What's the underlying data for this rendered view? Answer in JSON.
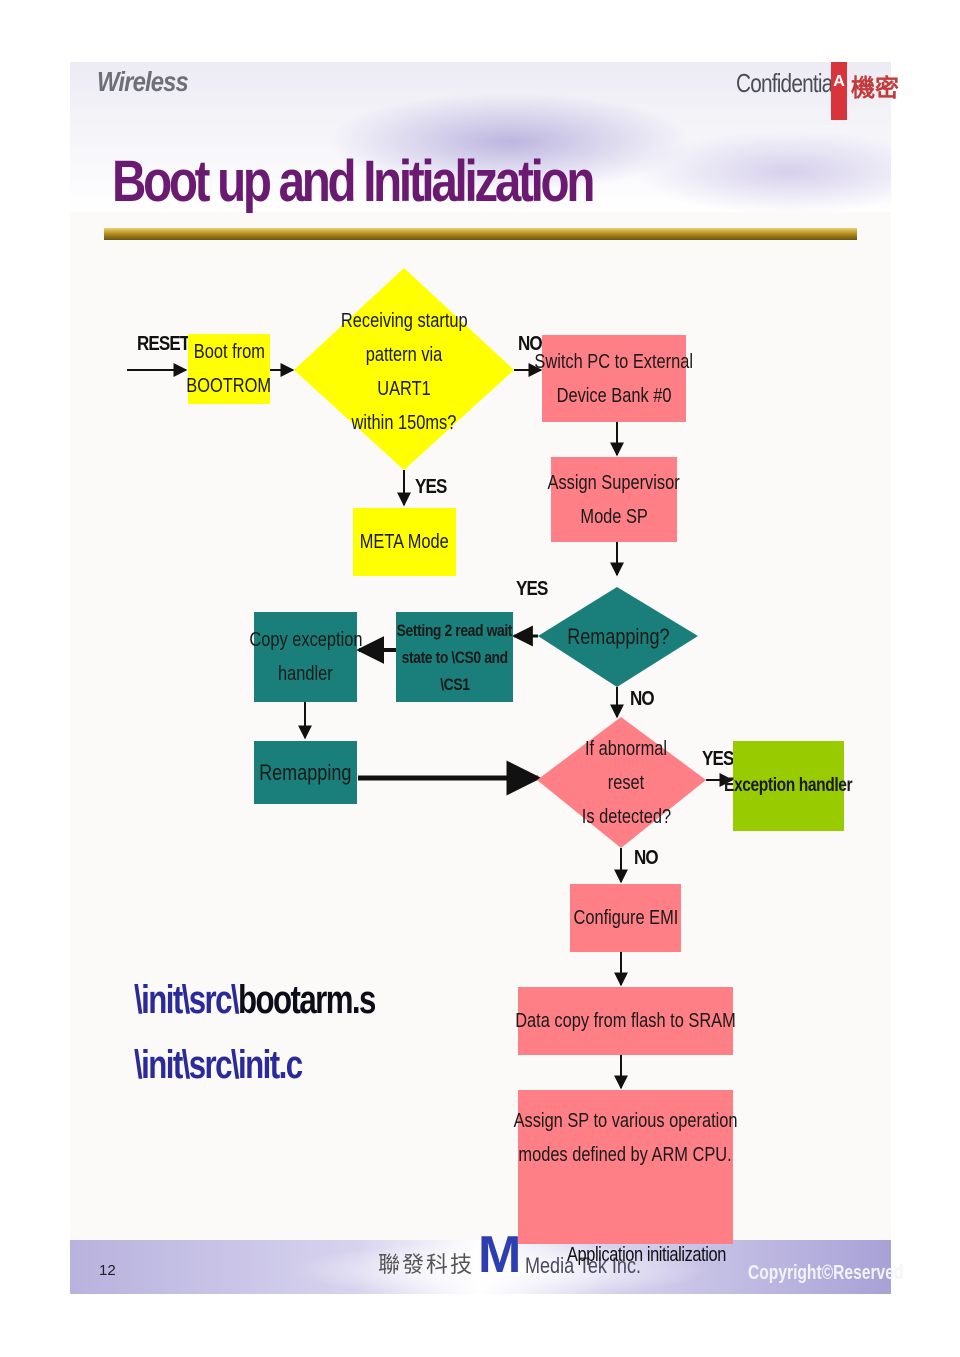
{
  "header": {
    "brand": "Wireless",
    "confidential": "Confidential",
    "badge_letter": "A",
    "confidential_cjk": "機密"
  },
  "title": "Boot up and Initialization",
  "flow": {
    "reset_label": "RESET",
    "boot_from_bootrom": [
      "Boot from",
      "BOOTROM"
    ],
    "receiving_startup": [
      "Receiving startup",
      "pattern via UART1",
      "within 150ms?"
    ],
    "no_label_1": "NO",
    "switch_pc": [
      "Switch PC to External",
      "Device Bank #0"
    ],
    "yes_label_1": "YES",
    "meta_mode": "META Mode",
    "assign_supervisor": [
      "Assign Supervisor",
      "Mode SP"
    ],
    "yes_label_2": "YES",
    "remapping_question": "Remapping?",
    "setting_read_wait": [
      "Setting 2 read wait",
      "state to \\CS0 and",
      "\\CS1"
    ],
    "copy_exception": [
      "Copy exception",
      "handler"
    ],
    "no_label_2": "NO",
    "remapping": "Remapping",
    "abnormal_reset": [
      "If abnormal reset",
      "Is detected?"
    ],
    "yes_label_3": "YES",
    "exception_handler": "Exception handler",
    "no_label_3": "NO",
    "configure_emi": "Configure EMI",
    "data_copy": "Data copy from flash to SRAM",
    "assign_sp": [
      "Assign SP to various operation",
      "modes defined by ARM CPU."
    ],
    "app_init": "Application initialization"
  },
  "source_files": [
    {
      "dir": "\\init\\src\\",
      "file": "bootarm.s"
    },
    {
      "dir": "\\init\\src\\",
      "file": "init.c"
    }
  ],
  "footer": {
    "page_number": "12",
    "logo_cjk": "聯發科技",
    "logo_mark": "M",
    "logo_name": "Media Tek Inc.",
    "copyright": "Copyright©Reserved"
  },
  "colors": {
    "yellow": "#ffff00",
    "pink": "#ff7f86",
    "teal": "#1a7f7b",
    "green": "#99cc00",
    "title": "#6b1a72"
  }
}
